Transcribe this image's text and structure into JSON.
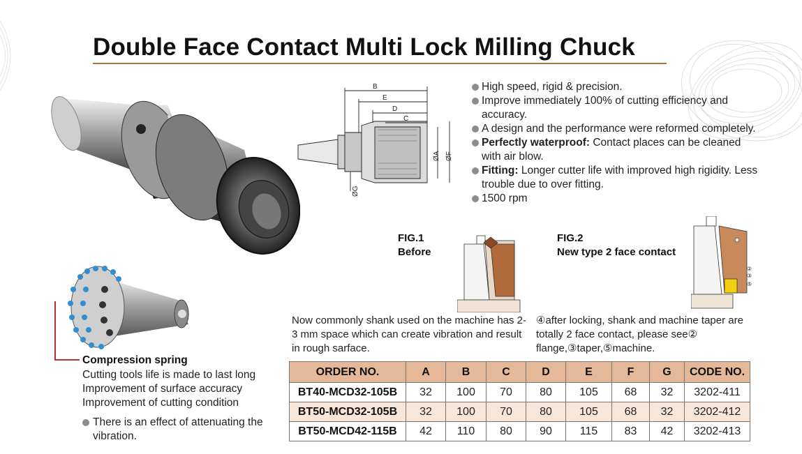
{
  "title": "Double Face Contact Multi Lock Milling Chuck",
  "features": [
    {
      "bold": "",
      "text": "High speed, rigid & precision."
    },
    {
      "bold": "",
      "text": "Improve immediately 100% of cutting efficiency and accuracy."
    },
    {
      "bold": "",
      "text": "A design and the performance were reformed completely."
    },
    {
      "bold": "Perfectly waterproof:",
      "text": " Contact places can be cleaned with air blow."
    },
    {
      "bold": "Fitting:",
      "text": " Longer cutter life with improved high rigidity. Less trouble due to over fitting."
    },
    {
      "bold": "",
      "text": "1500 rpm"
    }
  ],
  "dimension_labels": {
    "b": "B",
    "e": "E",
    "d": "D",
    "c": "C",
    "a": "ØA",
    "f": "ØF",
    "g": "ØG"
  },
  "fig1": {
    "label": "FIG.1",
    "sub": "Before",
    "note": "Now commonly shank used on the machine has 2-3 mm space which can create vibration and result in rough sarface."
  },
  "fig2": {
    "label": "FIG.2",
    "sub": "New type 2 face contact",
    "note": "④after locking, shank and machine taper are totally 2 face contact, please see② flange,③taper,⑤machine.",
    "callouts": [
      "②",
      "③",
      "⑤"
    ]
  },
  "spring": {
    "title": "Compression spring",
    "lines": [
      "Cutting tools life is made to last long",
      "Improvement of surface accuracy",
      "Improvement of cutting condition"
    ],
    "note": "There is an effect of attenuating the vibration."
  },
  "table": {
    "headers": [
      "ORDER NO.",
      "A",
      "B",
      "C",
      "D",
      "E",
      "F",
      "G",
      "CODE NO."
    ],
    "rows": [
      [
        "BT40-MCD32-105B",
        "32",
        "100",
        "70",
        "80",
        "105",
        "68",
        "32",
        "3202-411"
      ],
      [
        "BT50-MCD32-105B",
        "32",
        "100",
        "70",
        "80",
        "105",
        "68",
        "32",
        "3202-412"
      ],
      [
        "BT50-MCD42-115B",
        "42",
        "110",
        "80",
        "90",
        "115",
        "83",
        "42",
        "3202-413"
      ]
    ]
  },
  "colors": {
    "accent_line": "#a07840",
    "table_header": "#e6b89a",
    "table_alt_row": "#f8e6d8",
    "callout_red": "#b01818"
  }
}
